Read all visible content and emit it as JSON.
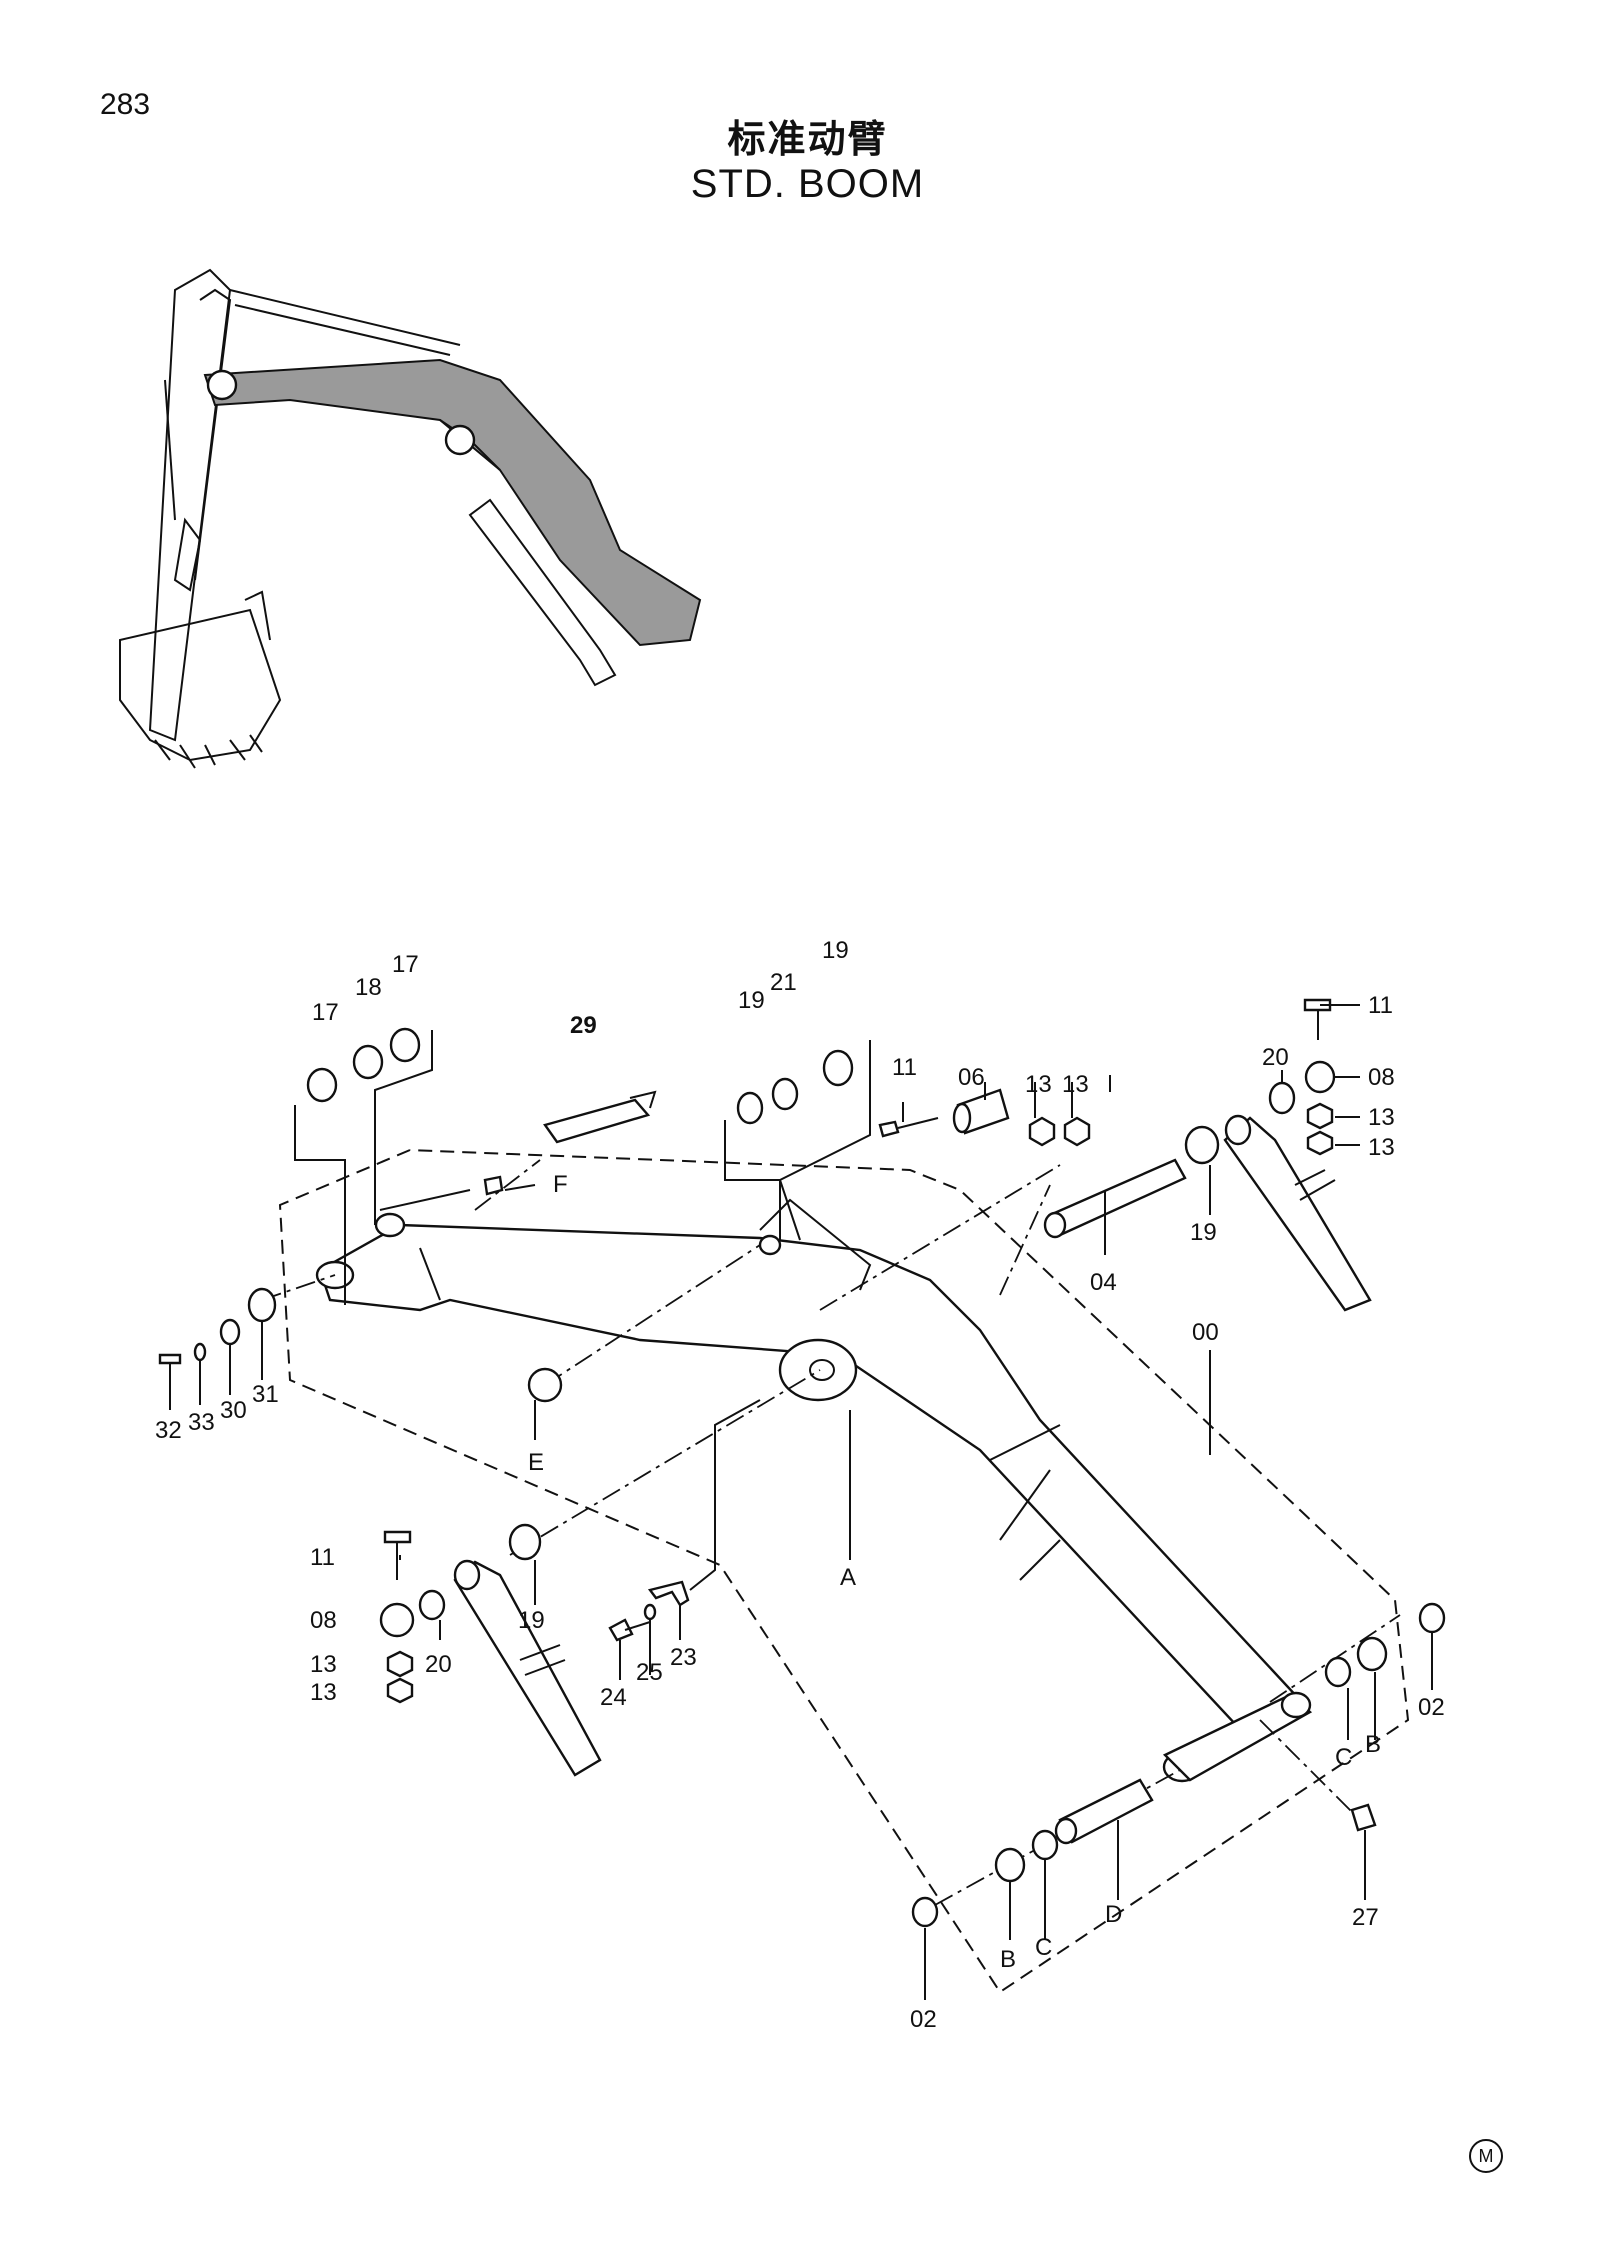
{
  "page_number": "283",
  "title_cn": "标准动臂",
  "title_en": "STD. BOOM",
  "mark": "M",
  "callouts": [
    {
      "id": "c17a",
      "text": "17"
    },
    {
      "id": "c18",
      "text": "18"
    },
    {
      "id": "c17b",
      "text": "17"
    },
    {
      "id": "c29",
      "text": "29"
    },
    {
      "id": "cF",
      "text": "F"
    },
    {
      "id": "c19a",
      "text": "19"
    },
    {
      "id": "c21",
      "text": "21"
    },
    {
      "id": "c19b",
      "text": "19"
    },
    {
      "id": "c11a",
      "text": "11"
    },
    {
      "id": "c06",
      "text": "06"
    },
    {
      "id": "c13a",
      "text": "13"
    },
    {
      "id": "c13b",
      "text": "13"
    },
    {
      "id": "c20a",
      "text": "20"
    },
    {
      "id": "c11b",
      "text": "11"
    },
    {
      "id": "c08a",
      "text": "08"
    },
    {
      "id": "c13c",
      "text": "13"
    },
    {
      "id": "c13d",
      "text": "13"
    },
    {
      "id": "c19c",
      "text": "19"
    },
    {
      "id": "c04",
      "text": "04"
    },
    {
      "id": "c00",
      "text": "00"
    },
    {
      "id": "c32",
      "text": "32"
    },
    {
      "id": "c33",
      "text": "33"
    },
    {
      "id": "c30",
      "text": "30"
    },
    {
      "id": "c31",
      "text": "31"
    },
    {
      "id": "cE",
      "text": "E"
    },
    {
      "id": "cA",
      "text": "A"
    },
    {
      "id": "c11c",
      "text": "11"
    },
    {
      "id": "c08b",
      "text": "08"
    },
    {
      "id": "c13e",
      "text": "13"
    },
    {
      "id": "c13f",
      "text": "13"
    },
    {
      "id": "c20b",
      "text": "20"
    },
    {
      "id": "c19d",
      "text": "19"
    },
    {
      "id": "c24",
      "text": "24"
    },
    {
      "id": "c25",
      "text": "25"
    },
    {
      "id": "c23",
      "text": "23"
    },
    {
      "id": "c02a",
      "text": "02"
    },
    {
      "id": "cCa",
      "text": "C"
    },
    {
      "id": "cBa",
      "text": "B"
    },
    {
      "id": "c27",
      "text": "27"
    },
    {
      "id": "cD",
      "text": "D"
    },
    {
      "id": "cBb",
      "text": "B"
    },
    {
      "id": "cCb",
      "text": "C"
    },
    {
      "id": "c02b",
      "text": "02"
    }
  ]
}
